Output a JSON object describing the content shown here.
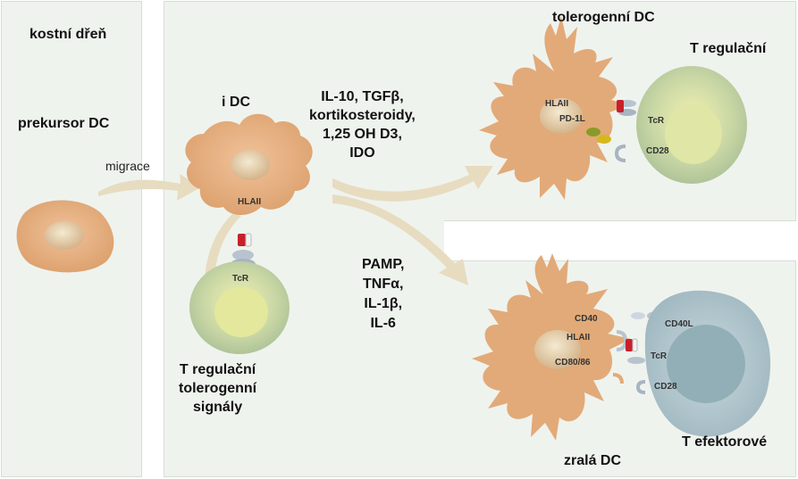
{
  "regions": {
    "bone_marrow": "kostní dřeň",
    "precursor": "prekursor DC",
    "migration": "migrace",
    "immature_dc": "i DC",
    "tolerogenic_dc": "tolerogenní DC",
    "treg_top": "T regulační",
    "mature_dc": "zralá DC",
    "t_effector": "T efektorové"
  },
  "left_signals": [
    "T regulační",
    "tolerogenní",
    "signály"
  ],
  "tolerogenic_factors": [
    "IL-10, TGFβ,",
    "kortikosteroidy,",
    "1,25 OH D3,",
    "IDO"
  ],
  "maturation_factors": [
    "PAMP,",
    "TNFα,",
    "IL-1β,",
    "IL-6"
  ],
  "molecules": {
    "hlaii": "HLAII",
    "tcr": "TcR",
    "pd1l": "PD-1L",
    "cd28": "CD28",
    "cd40": "CD40",
    "cd40l": "CD40L",
    "cd80_86": "CD80/86"
  },
  "colors": {
    "panel_bg": "#eff3ee",
    "dc_cell": "#e2aa78",
    "nucleus": "#e6cca6",
    "t_reg_cell": "#bfd0a2",
    "t_eff_cell": "#a9c0c8",
    "arrow": "#e7dcc0"
  }
}
